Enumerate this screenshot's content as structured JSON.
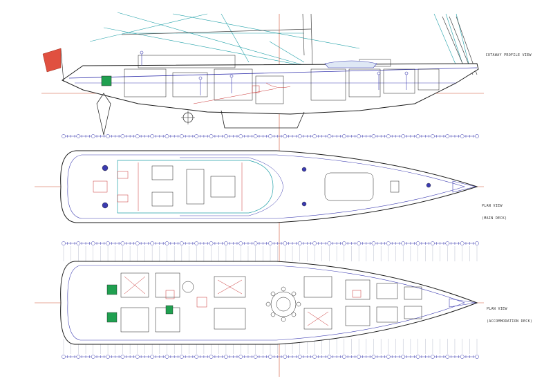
{
  "labels": {
    "profile": "CUTAWAY PROFILE VIEW",
    "main_line1": "PLAN VIEW",
    "main_line2": "(MAIN DECK)",
    "accom_line1": "PLAN VIEW",
    "accom_line2": "(ACCOMMODATION DECK)"
  },
  "colors": {
    "hull": "#1a1a1a",
    "frames": "#3b3bb0",
    "centerline": "#d05030",
    "rigging": "#20a0a8",
    "interior": "#c83030",
    "deck": "#2050c0",
    "highlight": "#20a050",
    "flag": "#e05040"
  },
  "frame_ruler_count": 28
}
